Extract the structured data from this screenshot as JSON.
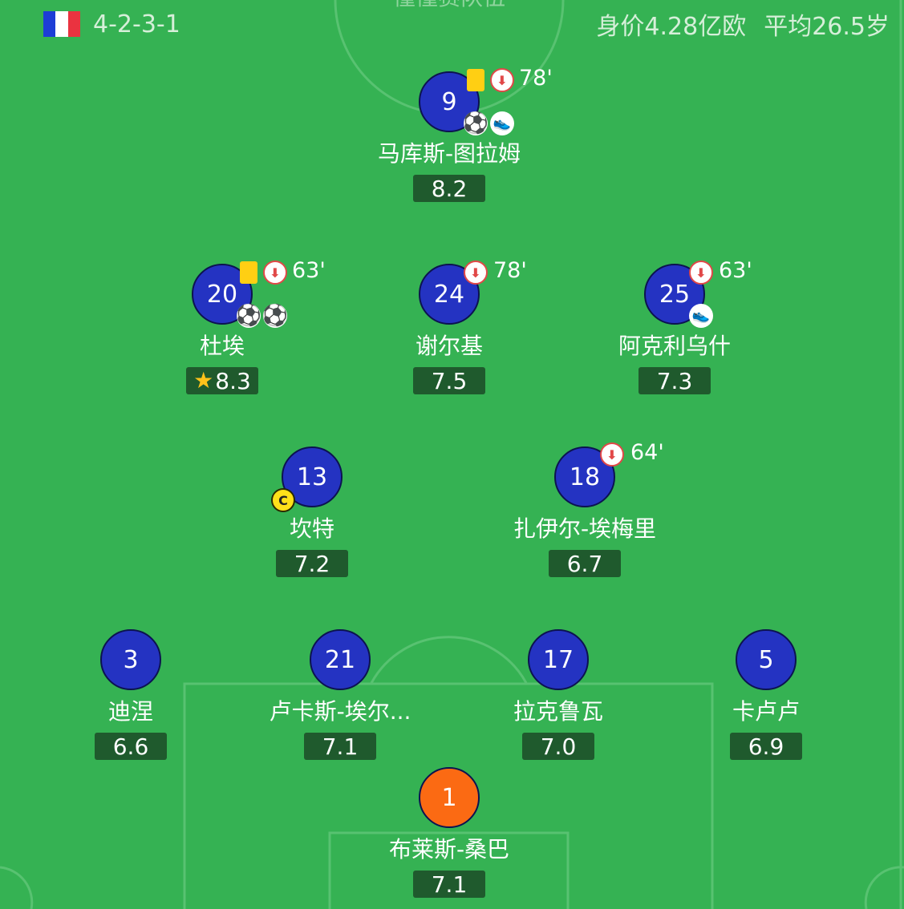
{
  "header": {
    "formation": "4-2-3-1",
    "market_value": "身价4.28亿欧",
    "average_age": "平均26.5岁",
    "top_center_text": "憧憧赛队伍"
  },
  "colors": {
    "pitch": "#35b253",
    "player": "#2433c2",
    "keeper": "#fb6a13",
    "rating_bg": "#1f5a2d",
    "yellow_card": "#ffcf13",
    "sub_out": "#e14848"
  },
  "players": {
    "thuram": {
      "number": "9",
      "name": "马库斯-图拉姆",
      "rating": "8.2",
      "sub_minute": "78'"
    },
    "doue": {
      "number": "20",
      "name": "杜埃",
      "rating": "8.3",
      "sub_minute": "63'",
      "man_of_match": true
    },
    "zaire_emery_cm": {
      "number": "24",
      "name": "谢尔基",
      "rating": "7.5",
      "sub_minute": "78'"
    },
    "akliouche": {
      "number": "25",
      "name": "阿克利乌什",
      "rating": "7.3",
      "sub_minute": "63'"
    },
    "kante": {
      "number": "13",
      "name": "坎特",
      "rating": "7.2",
      "captain_label": "C"
    },
    "zaire_emery": {
      "number": "18",
      "name": "扎伊尔-埃梅里",
      "rating": "6.7",
      "sub_minute": "64'"
    },
    "digne": {
      "number": "3",
      "name": "迪涅",
      "rating": "6.6"
    },
    "lucas": {
      "number": "21",
      "name": "卢卡斯-埃尔...",
      "rating": "7.1"
    },
    "lacroix": {
      "number": "17",
      "name": "拉克鲁瓦",
      "rating": "7.0"
    },
    "kalulu": {
      "number": "5",
      "name": "卡卢卢",
      "rating": "6.9"
    },
    "samba": {
      "number": "1",
      "name": "布莱斯-桑巴",
      "rating": "7.1"
    }
  }
}
